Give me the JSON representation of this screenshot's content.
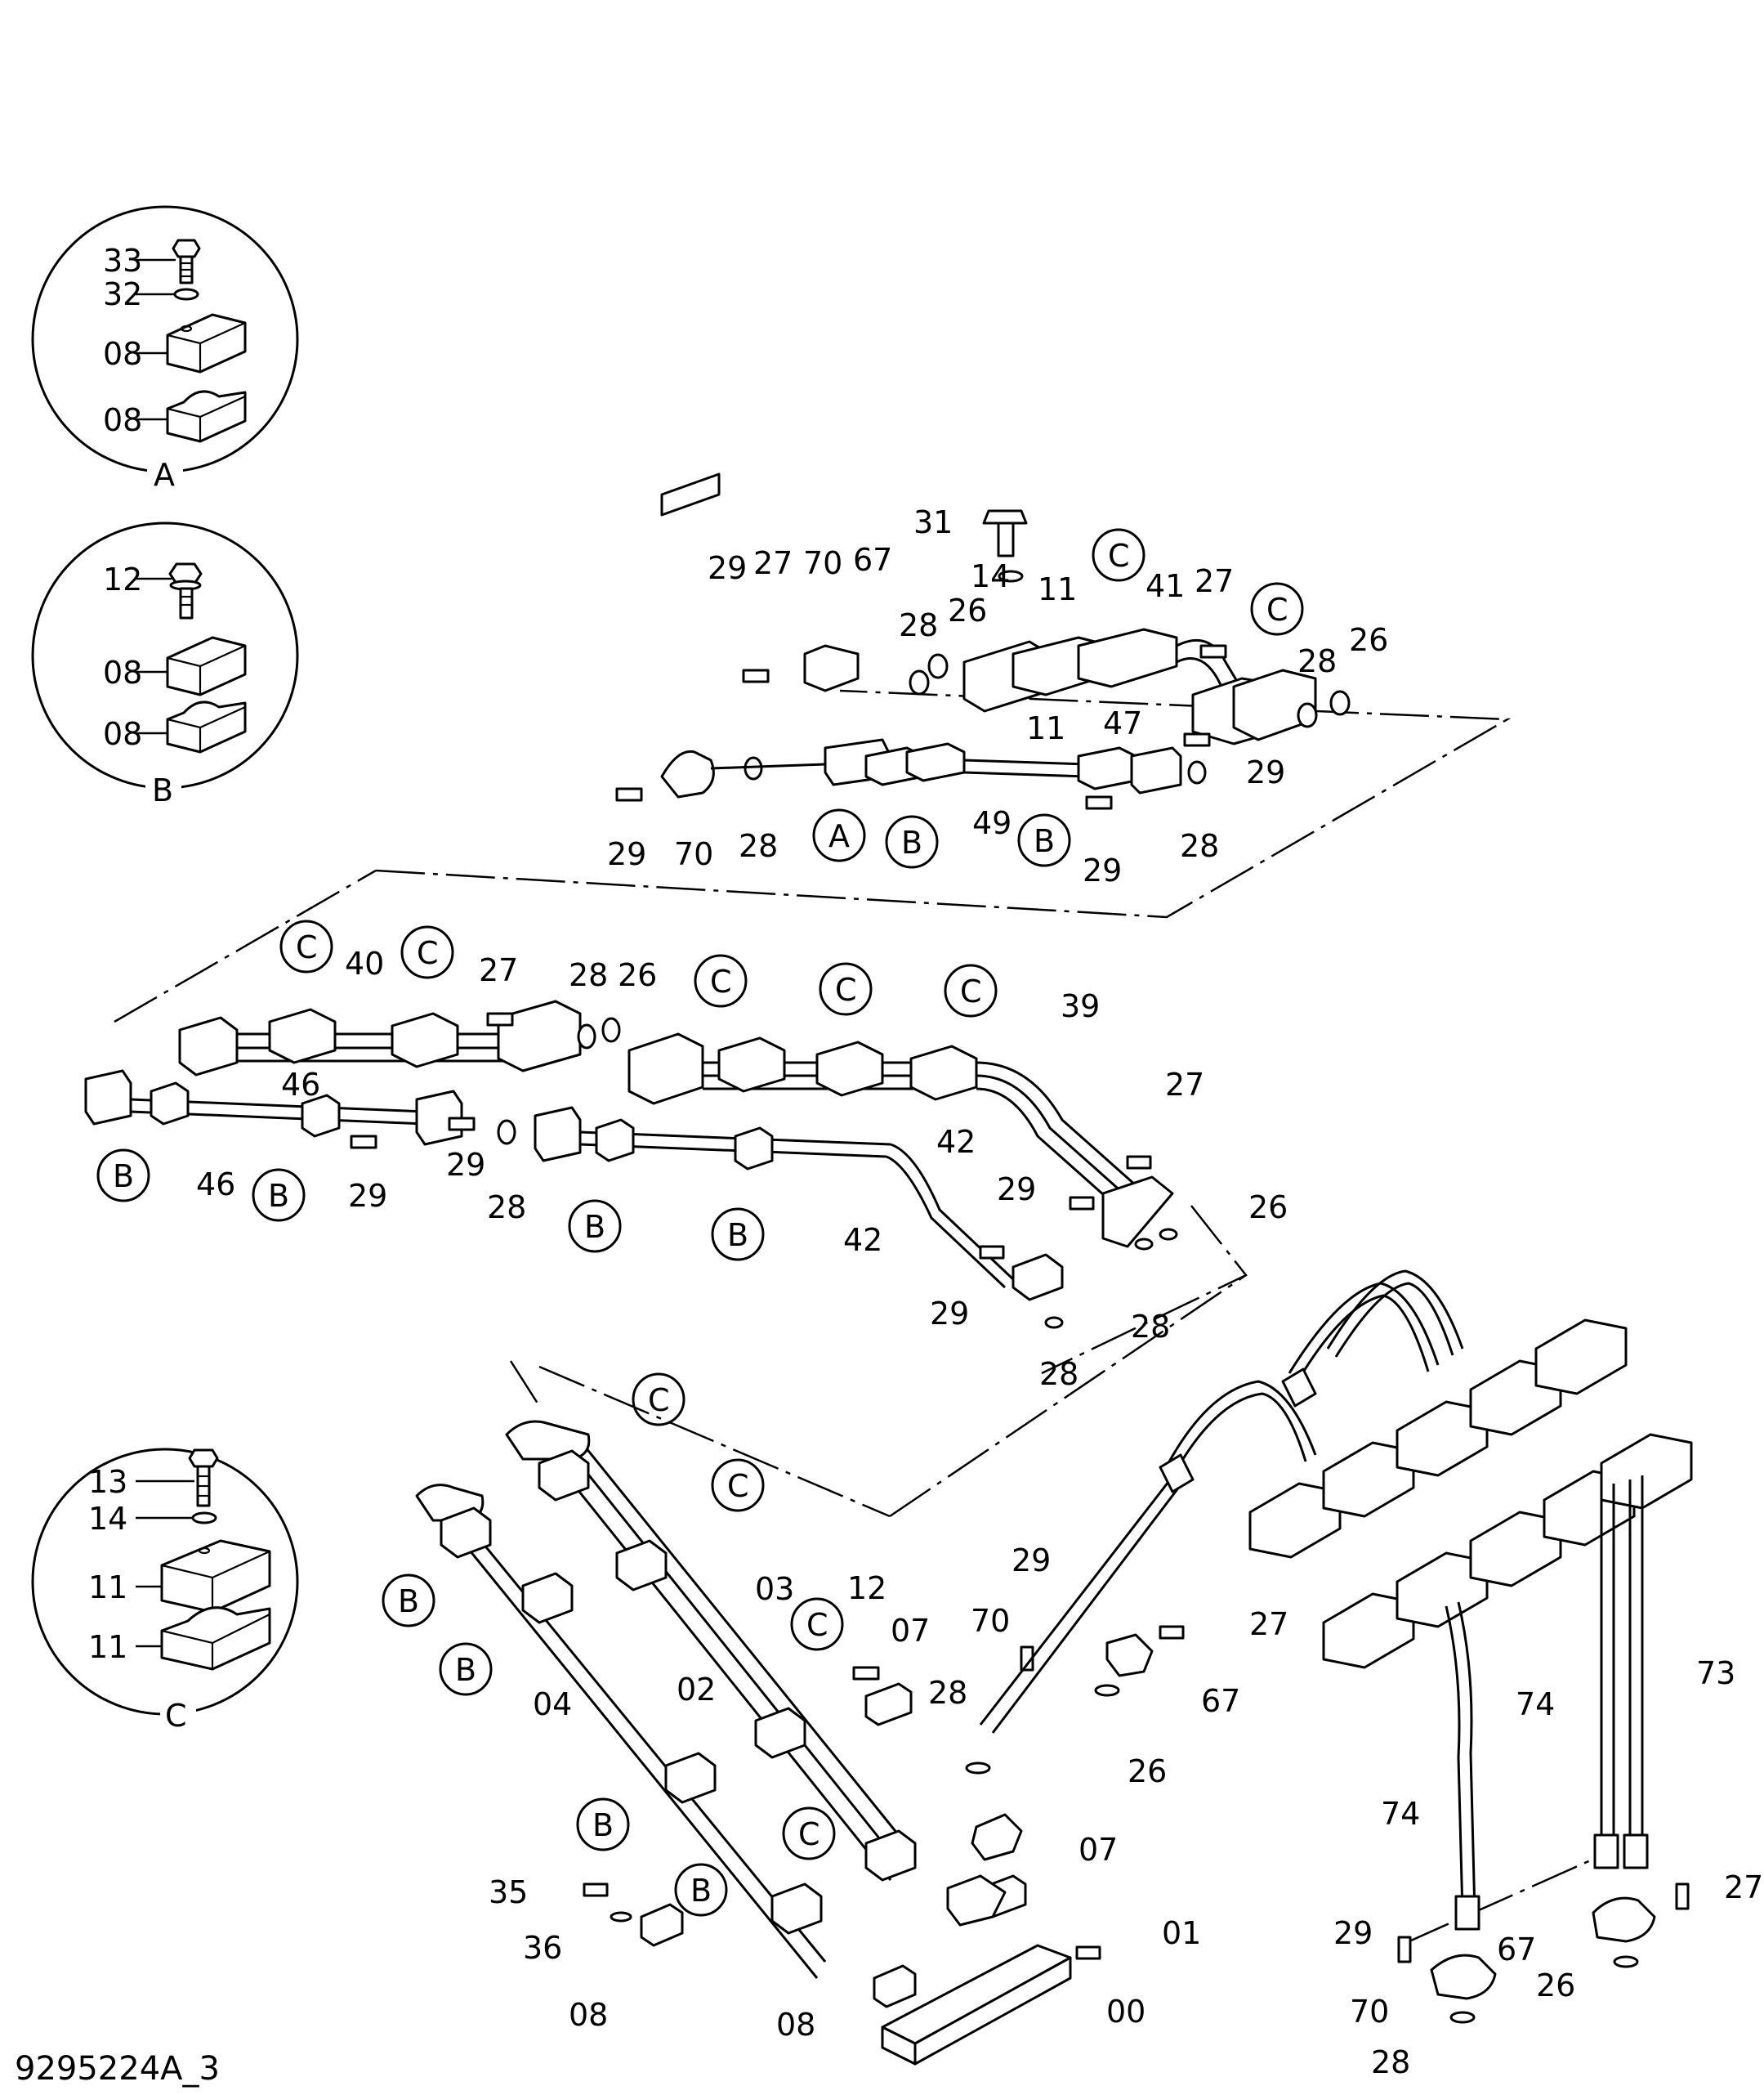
{
  "drawing": {
    "id": "9295224A_3"
  },
  "details": [
    {
      "letter": "A",
      "labels": [
        "33",
        "32",
        "08",
        "08"
      ]
    },
    {
      "letter": "B",
      "labels": [
        "12",
        "08",
        "08"
      ]
    },
    {
      "letter": "C",
      "labels": [
        "13",
        "14",
        "11",
        "11"
      ]
    }
  ],
  "assembly_top": {
    "labels": [
      "31",
      "29",
      "27",
      "70",
      "67",
      "14",
      "11",
      "41",
      "27",
      "28",
      "26",
      "28",
      "26",
      "11",
      "47",
      "29",
      "29",
      "70",
      "28",
      "49",
      "29",
      "28"
    ],
    "refs": [
      "C",
      "C",
      "A",
      "B",
      "B"
    ]
  },
  "assembly_middle": {
    "labels": [
      "40",
      "27",
      "28",
      "26",
      "46",
      "29",
      "46",
      "29",
      "28",
      "39",
      "27",
      "42",
      "42",
      "29",
      "29",
      "26",
      "28",
      "28"
    ],
    "refs": [
      "C",
      "C",
      "C",
      "C",
      "C",
      "B",
      "B",
      "B",
      "B"
    ]
  },
  "assembly_bottom": {
    "labels": [
      "03",
      "12",
      "07",
      "29",
      "70",
      "27",
      "02",
      "28",
      "67",
      "26",
      "04",
      "07",
      "35",
      "01",
      "36",
      "08",
      "08",
      "00"
    ],
    "refs": [
      "C",
      "C",
      "C",
      "C",
      "B",
      "B",
      "B",
      "B"
    ]
  },
  "hose_assembly": {
    "labels": [
      "73",
      "74",
      "74",
      "27",
      "29",
      "67",
      "70",
      "26",
      "28"
    ]
  }
}
